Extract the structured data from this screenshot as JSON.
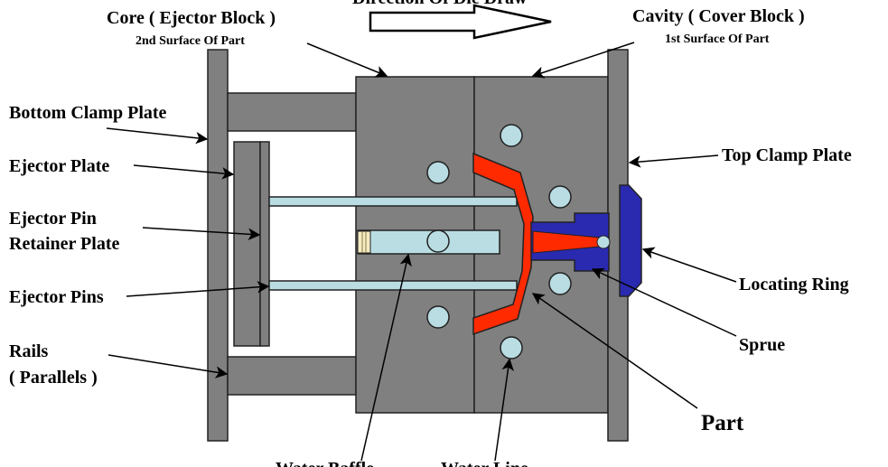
{
  "labels": {
    "direction": "Direction Of Die Draw",
    "core": "Core ( Ejector Block )",
    "core_sub": "2nd Surface Of Part",
    "cavity": "Cavity ( Cover Block )",
    "cavity_sub": "1st Surface Of Part",
    "bottom_clamp": "Bottom Clamp Plate",
    "ejector_plate": "Ejector Plate",
    "ejector_pin_1": "Ejector Pin",
    "ejector_pin_2": "Retainer Plate",
    "ejector_pins": "Ejector Pins",
    "rails_1": "Rails",
    "rails_2": "( Parallels )",
    "top_clamp": "Top Clamp Plate",
    "locating_ring": "Locating Ring",
    "sprue": "Sprue",
    "part": "Part",
    "water_baffle": "Water Baffle",
    "water_line": "Water Line"
  },
  "colors": {
    "plate": "#808080",
    "cooling": "#b9dde3",
    "part": "#ff2a00",
    "sprue_bush": "#2a2ab0",
    "line": "#000000"
  }
}
